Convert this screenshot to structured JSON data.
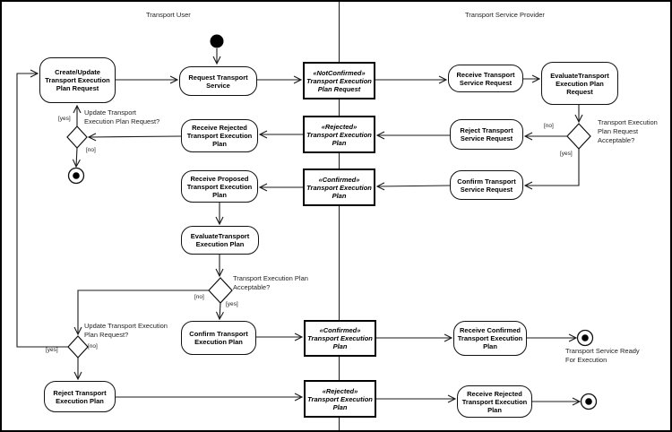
{
  "diagram": {
    "type": "uml-activity-diagram",
    "line_color": "#1a1a1a",
    "background": "#ffffff"
  },
  "lanes": {
    "left": "Transport User",
    "right": "Transport Service Provider"
  },
  "actions": {
    "create_update_plan_request": "Create/Update\nTransport Execution\nPlan Request",
    "request_transport_service": "Request Transport\nService",
    "receive_rejected_plan_user": "Receive Rejected\nTransport Execution\nPlan",
    "receive_proposed_plan": "Receive Proposed\nTransport Execution\nPlan",
    "evaluate_plan": "EvaluateTransport\nExecution Plan",
    "confirm_plan": "Confirm Transport\nExecution Plan",
    "reject_plan": "Reject Transport\nExecution Plan",
    "receive_service_request": "Receive Transport\nService Request",
    "evaluate_plan_request": "EvaluateTransport\nExecution Plan\nRequest",
    "reject_service_request": "Reject Transport\nService Request",
    "confirm_service_request": "Confirm Transport\nService Request",
    "receive_confirmed_plan": "Receive Confirmed\nTransport Execution\nPlan",
    "receive_rejected_plan_provider": "Receive Rejected\nTransport Execution\nPlan"
  },
  "objects": {
    "notconfirmed_plan_request": "«NotConfirmed»\nTransport Execution\nPlan Request",
    "rejected_plan_top": "«Rejected»\nTransport Execution\nPlan",
    "confirmed_plan_top": "«Confirmed»\nTransport Execution\nPlan",
    "confirmed_plan_bottom": "«Confirmed»\nTransport Execution\nPlan",
    "rejected_plan_bottom": "«Rejected»\nTransport Execution\nPlan"
  },
  "guards": {
    "d1_yes": "[yes]",
    "d1_no": "[no]",
    "d2_no": "[no]",
    "d2_yes": "[yes]",
    "d3_no": "[no]",
    "d3_yes": "[yes]",
    "d4_yes": "[yes]",
    "d4_no": "[no]"
  },
  "questions": {
    "update_plan_request_top": "Update Transport\nExecution Plan Request?",
    "plan_request_acceptable": "Transport Execution\nPlan Request\nAcceptable?",
    "plan_acceptable": "Transport Execution Plan\nAcceptable?",
    "update_plan_request_bottom": "Update Transport Execution\nPlan Request?"
  },
  "notes": {
    "ready_for_execution": "Transport Service Ready\nFor Execution"
  }
}
